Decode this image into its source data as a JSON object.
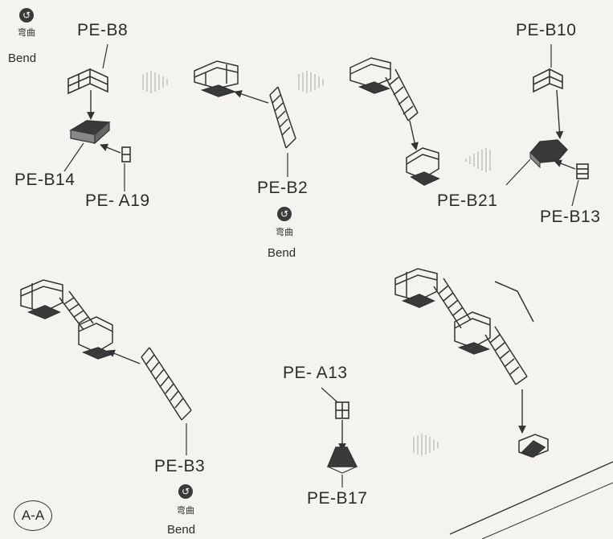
{
  "labels": {
    "pe_b8": "PE-B8",
    "pe_b14": "PE-B14",
    "pe_a19": "PE- A19",
    "pe_b2": "PE-B2",
    "pe_b10": "PE-B10",
    "pe_b21": "PE-B21",
    "pe_b13": "PE-B13",
    "pe_b3": "PE-B3",
    "pe_a13": "PE- A13",
    "pe_b17": "PE-B17",
    "section": "A-A"
  },
  "bend": {
    "cn": "弯曲",
    "en": "Bend",
    "icon": "bend-icon"
  },
  "colors": {
    "ink": "#2b2b2b",
    "paper": "#f4f3ef",
    "arrow_fill": "#c9c9c9"
  }
}
